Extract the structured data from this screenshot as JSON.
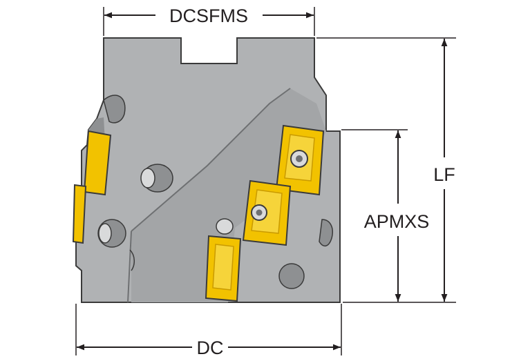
{
  "dimensions": {
    "top_width": "DCSFMS",
    "overall_length": "LF",
    "max_depth": "APMXS",
    "cutting_diameter": "DC"
  },
  "colors": {
    "body": "#b0b2b4",
    "body_shadow": "#8e9092",
    "outline": "#3a3a3a",
    "insert": "#f2c200",
    "insert_shadow": "#c99a00",
    "dimension_line": "#231f20"
  },
  "icons": [
    "screw-icon"
  ]
}
